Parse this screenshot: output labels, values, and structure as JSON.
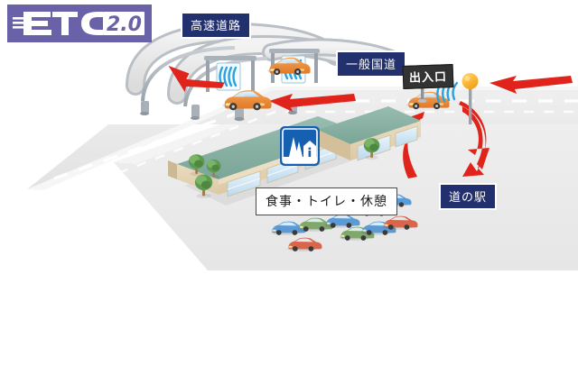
{
  "diagram": {
    "title": "ETC2.0 roadside station (Michi-no-Eki) temporary exit scheme",
    "brand": {
      "name": "ETC2.0",
      "primary_text": "ETC",
      "secondary_text": "2.0",
      "bg_color": "#6a62a8",
      "fg_color": "#ffffff"
    },
    "labels": {
      "expressway": "高速道路",
      "national_road": "一般国道",
      "roadside_station": "道の駅",
      "services": "食事・トイレ・休憩",
      "entrance_exit": "出入口"
    },
    "colors": {
      "navy_chip": "#22306e",
      "arrow_red": "#e1241b",
      "car_orange": "#ef8b3c",
      "sign_blue": "#1560b0",
      "roof_green": "#86b2a4",
      "wall_beige": "#e3d2b0",
      "road_gray": "#e8e8e8",
      "ground_gray": "#ededed",
      "antenna_orange": "#f7a823",
      "wave_blue": "#29a3e0"
    },
    "elements": {
      "etc_gantries": 3,
      "highway_cars": 3,
      "parked_cars": 8,
      "trees": 4,
      "red_arrows": 6,
      "roadside_antenna": "orange-ball-antenna-on-pole",
      "info_sign": "michi-no-eki-blue-info-sign"
    },
    "parked_car_colors": [
      "#5b9bd5",
      "#7fa86a",
      "#5b9bd5",
      "#5b9bd5",
      "#d9654a",
      "#7fa86a",
      "#5b9bd5",
      "#d9654a"
    ]
  }
}
